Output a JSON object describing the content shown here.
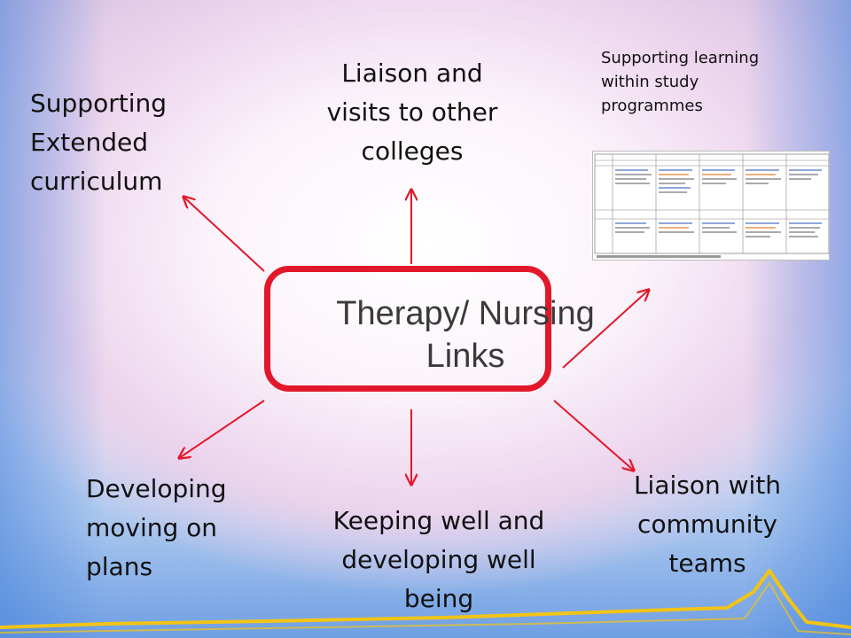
{
  "center": {
    "title": "Therapy/ Nursing\nLinks"
  },
  "labels": {
    "extended": "Supporting\nExtended\ncurriculum",
    "liaison_colleges": "Liaison and\nvisits to other\ncolleges",
    "supporting_learning": "Supporting learning\nwithin study\nprogrammes",
    "moving_on": "Developing\nmoving on\nplans",
    "keeping_well": "Keeping well and\ndeveloping well\nbeing",
    "community": "Liaison with\ncommunity\nteams"
  },
  "colors": {
    "arrow": "#e2182a",
    "box_border": "#e2182a",
    "accent_line": "#f2c417"
  }
}
